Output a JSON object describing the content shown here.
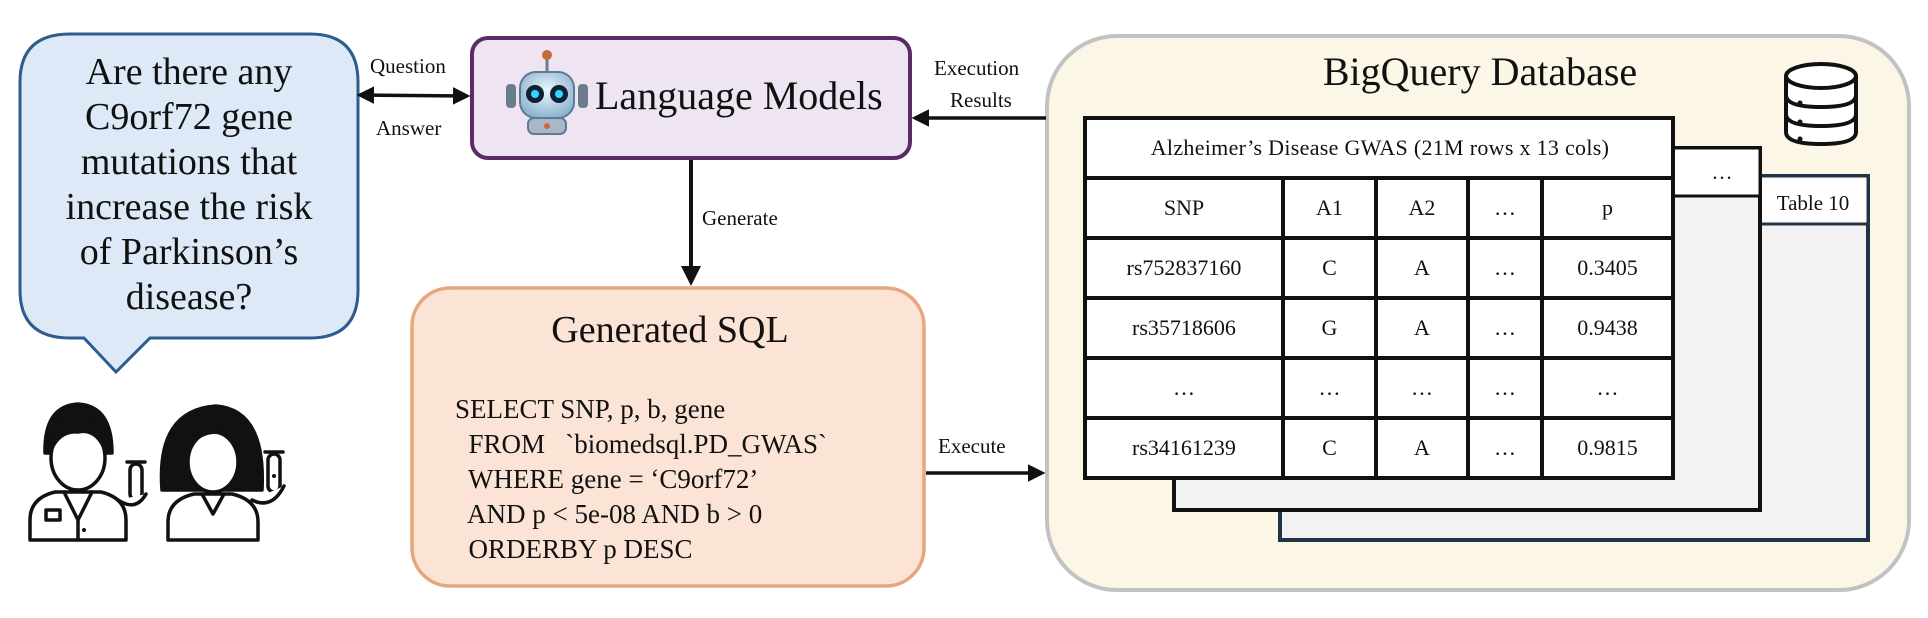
{
  "question": {
    "lines": [
      "Are there any",
      "C9orf72 gene",
      "mutations that",
      "increase the risk",
      "of Parkinson’s",
      "disease?"
    ]
  },
  "edges": {
    "question": "Question",
    "answer": "Answer",
    "execution_results": [
      "Execution",
      "Results"
    ],
    "generate": "Generate",
    "execute": "Execute"
  },
  "language_models": {
    "title": "Language Models",
    "icon": "robot-icon"
  },
  "generated_sql": {
    "title": "Generated SQL",
    "code": "SELECT SNP, p, b, gene\n  FROM   `biomedsql.PD_GWAS`\n  WHERE gene = ‘C9orf72’\n  AND p < 5e-08 AND b > 0\n  ORDERBY p DESC"
  },
  "database": {
    "title": "BigQuery Database",
    "icon": "database-icon",
    "main_table": {
      "title": "Alzheimer’s Disease GWAS (21M rows x 13 cols)",
      "columns": [
        "SNP",
        "A1",
        "A2",
        "…",
        "p"
      ],
      "rows": [
        [
          "rs752837160",
          "C",
          "A",
          "…",
          "0.3405"
        ],
        [
          "rs35718606",
          "G",
          "A",
          "…",
          "0.9438"
        ],
        [
          "…",
          "…",
          "…",
          "…",
          "…"
        ],
        [
          "rs34161239",
          "C",
          "A",
          "…",
          "0.9815"
        ]
      ]
    },
    "middle_table_label": "…",
    "back_table_label": "Table 10"
  },
  "people_icons": [
    "male-scientist-icon",
    "female-scientist-icon"
  ],
  "colors": {
    "question_fill": "#dde9f7",
    "question_stroke": "#2e5c8e",
    "lm_fill": "#eee4f2",
    "lm_stroke": "#5a2b66",
    "sql_fill": "#fbe4d6",
    "sql_stroke": "#e5a77e",
    "db_fill": "#fcf6e6",
    "db_stroke": "#c2c2c2",
    "table_stroke": "#111111",
    "back_table_stroke": "#1f3446"
  }
}
